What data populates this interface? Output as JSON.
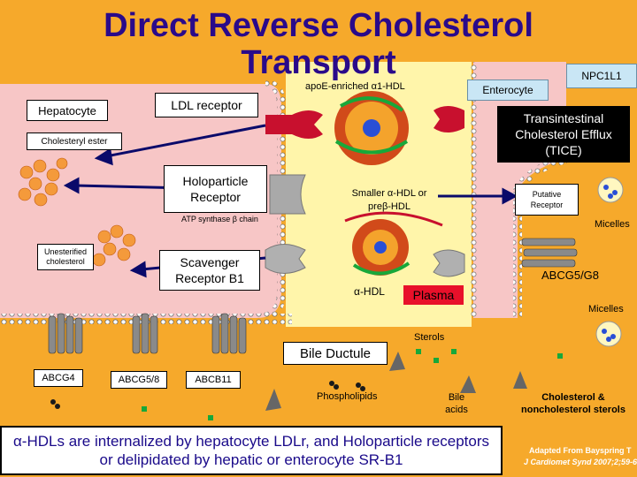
{
  "title": "Direct Reverse Cholesterol Transport",
  "labels": {
    "hepatocyte": "Hepatocyte",
    "ldl_receptor": "LDL receptor",
    "apoe_hdl": "apoE-enriched α1-HDL",
    "enterocyte": "Enterocyte",
    "npc1l1": "NPC1L1",
    "tice": "Transintestinal Cholesterol Efflux (TICE)",
    "cholesteryl_ester": "Cholesteryl ester",
    "holoparticle_receptor": "Holoparticle Receptor",
    "atp_synthase": "ATP synthase β chain",
    "smaller_hdl": "Smaller α-HDL or preβ-HDL",
    "putative_receptor": "Putative Receptor",
    "micelles_top": "Micelles",
    "unesterified_cholesterol": "Unesterified cholesterol",
    "scavenger_receptor": "Scavenger Receptor B1",
    "abcg5g8_right": "ABCG5/G8",
    "alpha_hdl": "α-HDL",
    "plasma": "Plasma",
    "micelles_bottom": "Micelles",
    "sterols": "Sterols",
    "bile_ductule": "Bile Ductule",
    "abcg4": "ABCG4",
    "abcg5_8": "ABCG5/8",
    "abcb11": "ABCB11",
    "phospholipids": "Phospholipids",
    "bile_acids": "Bile acids",
    "chol_nonchol": "Cholesterol & noncholesterol sterols"
  },
  "caption": "α-HDLs are internalized by hepatocyte LDLr, and Holoparticle receptors or delipidated by hepatic or enterocyte SR-B1",
  "credit_line1": "Adapted From Bayspring T",
  "credit_line2": "J Cardiomet Synd 2007;2;59-6",
  "colors": {
    "background": "#f6a92b",
    "hepatocyte": "#f8c8c8",
    "plasma": "#fff4a8",
    "enterocyte": "#f8c8c8",
    "title": "#2a0a8a",
    "plasma_label": "#e8102a"
  }
}
